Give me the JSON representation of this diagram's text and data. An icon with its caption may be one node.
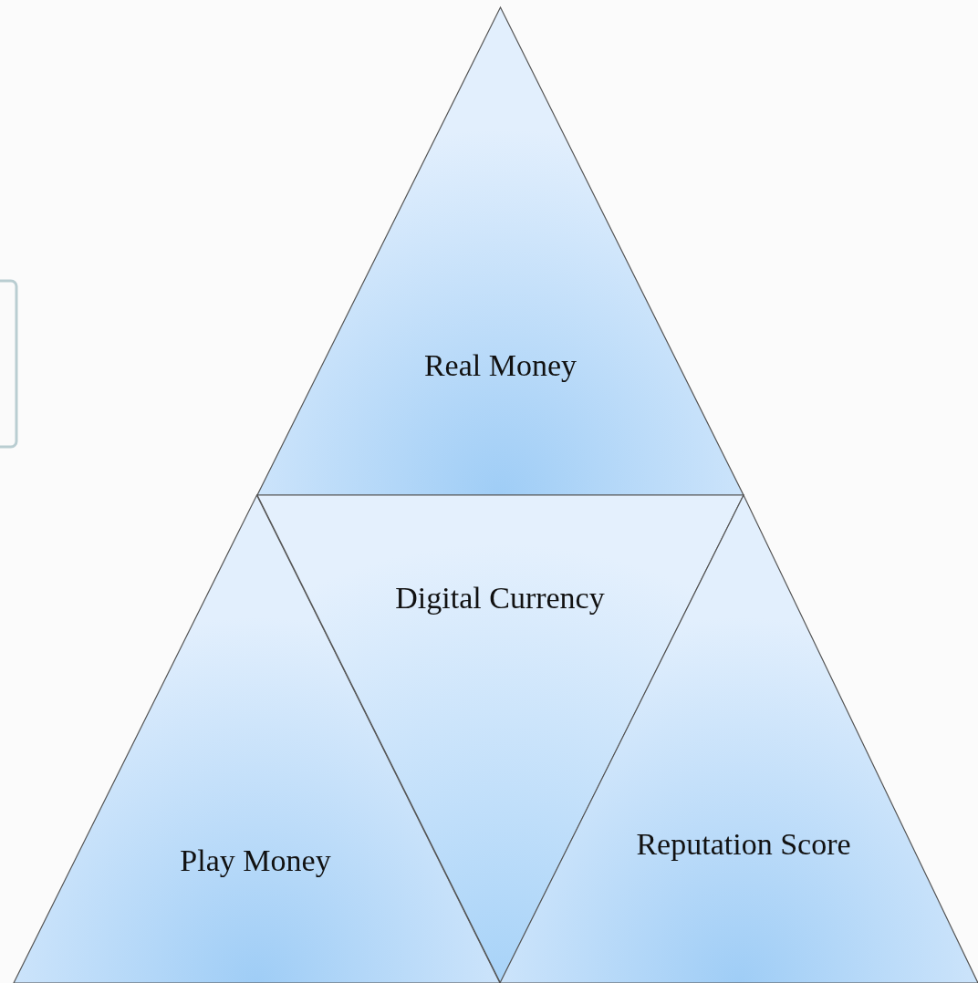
{
  "diagram": {
    "nodes": [
      {
        "text": [
          "Real Money"
        ]
      },
      {
        "text": [
          "Play Money"
        ]
      },
      {
        "text": [
          "Digital Currency"
        ]
      },
      {
        "text": [
          "Reputation Score"
        ]
      }
    ]
  }
}
